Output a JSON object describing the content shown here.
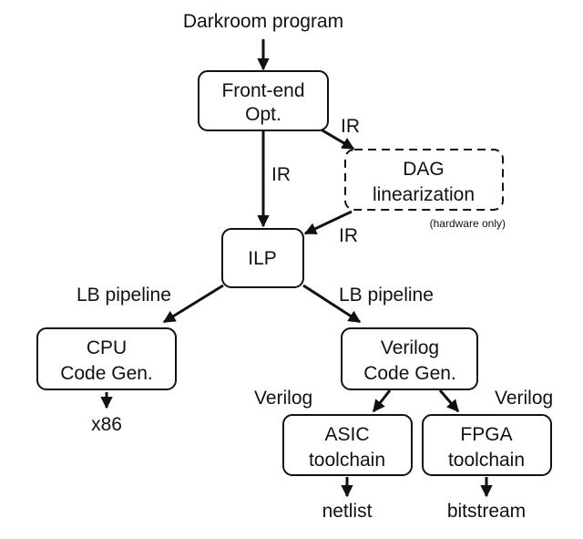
{
  "input_label": "Darkroom program",
  "nodes": {
    "frontend": {
      "line1": "Front-end",
      "line2": "Opt."
    },
    "dag": {
      "line1": "DAG",
      "line2": "linearization",
      "note": "(hardware only)"
    },
    "ilp": {
      "label": "ILP"
    },
    "cpu": {
      "line1": "CPU",
      "line2": "Code Gen."
    },
    "verilog": {
      "line1": "Verilog",
      "line2": "Code Gen."
    },
    "asic": {
      "line1": "ASIC",
      "line2": "toolchain"
    },
    "fpga": {
      "line1": "FPGA",
      "line2": "toolchain"
    }
  },
  "edge_labels": {
    "frontend_to_dag": "IR",
    "frontend_to_ilp": "IR",
    "dag_to_ilp": "IR",
    "ilp_to_cpu": "LB pipeline",
    "ilp_to_verilog": "LB pipeline",
    "verilog_to_asic": "Verilog",
    "verilog_to_fpga": "Verilog"
  },
  "outputs": {
    "cpu": "x86",
    "asic": "netlist",
    "fpga": "bitstream"
  }
}
